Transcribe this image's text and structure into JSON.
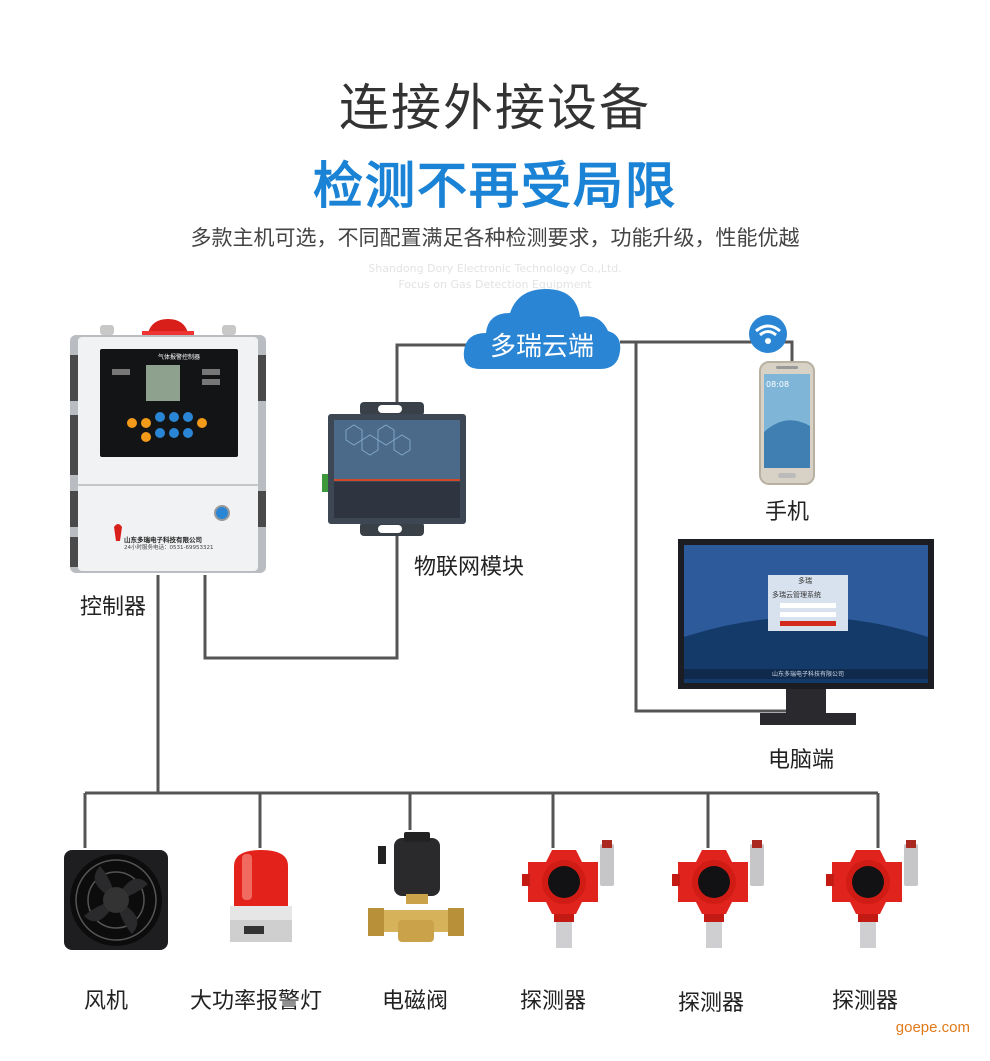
{
  "header": {
    "title": "连接外接设备",
    "headline": "检测不再受局限",
    "subtitle": "多款主机可选，不同配置满足各种检测要求，功能升级，性能优越"
  },
  "watermark": {
    "line1": "Shandong Dory Electronic Technology Co.,Ltd.",
    "line2": "Focus on Gas Detection Equipment"
  },
  "cloud": {
    "label": "多瑞云端",
    "color": "#2a86d4"
  },
  "controller": {
    "label": "控制器",
    "panel_title": "气体报警控制器",
    "company": "山东多瑞电子科技有限公司",
    "hotline": "24小时服务电话：0531-69953321"
  },
  "iot_module": {
    "label": "物联网模块"
  },
  "phone": {
    "label": "手机",
    "clock": "08:08"
  },
  "computer": {
    "label": "电脑端",
    "brand": "多瑞",
    "system_title": "多瑞云管理系统",
    "footer_text": "山东多瑞电子科技有限公司"
  },
  "devices": [
    {
      "name": "fan",
      "label": "风机"
    },
    {
      "name": "alarm-light",
      "label": "大功率报警灯"
    },
    {
      "name": "solenoid-valve",
      "label": "电磁阀"
    },
    {
      "name": "detector-1",
      "label": "探测器"
    },
    {
      "name": "detector-2",
      "label": "探测器"
    },
    {
      "name": "detector-3",
      "label": "探测器"
    }
  ],
  "footer": {
    "site": "goepe.com"
  },
  "colors": {
    "line": "#555555",
    "accent_blue": "#1a83d6",
    "detector_red": "#e0231c"
  }
}
